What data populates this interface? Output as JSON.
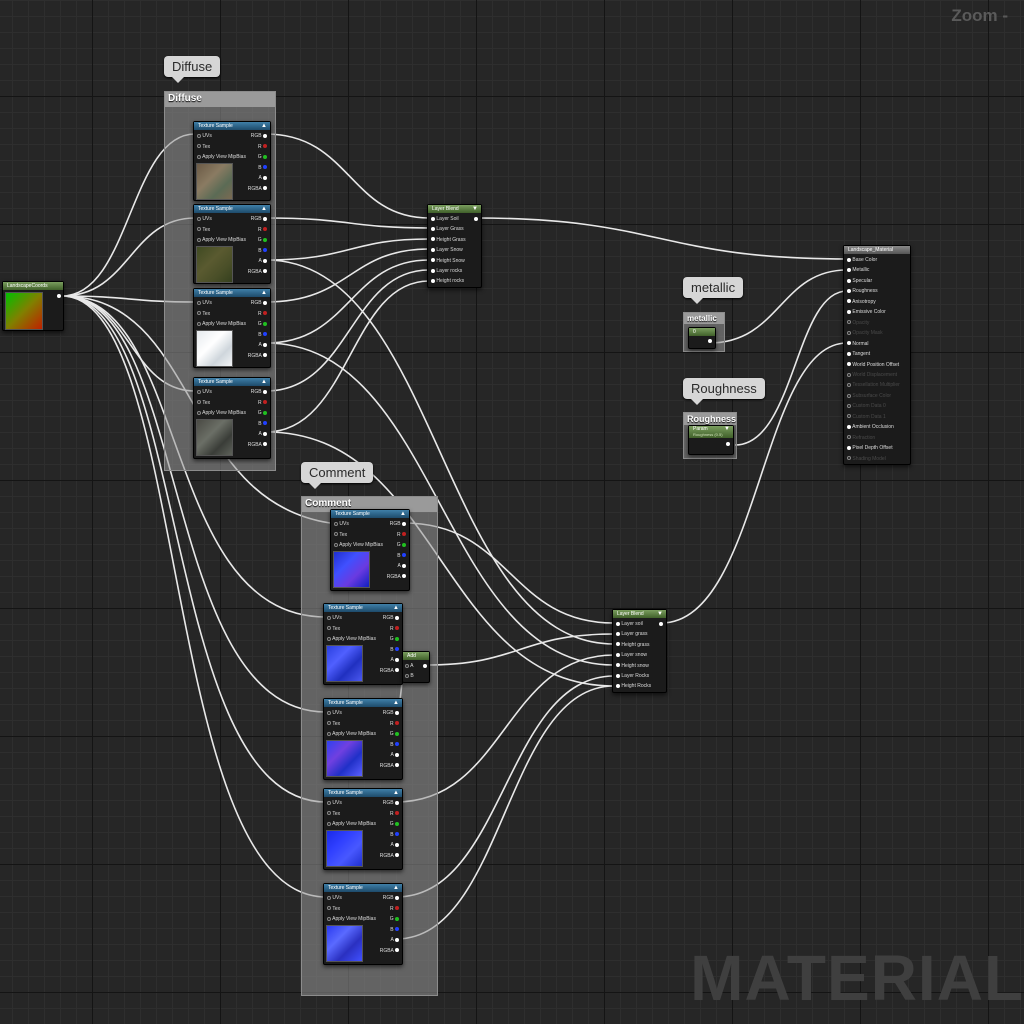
{
  "zoom_label": "Zoom -",
  "watermark": "MATERIAL",
  "comments": {
    "diffuse": {
      "bubble": "Diffuse",
      "title": "Diffuse"
    },
    "comment": {
      "bubble": "Comment",
      "title": "Comment"
    }
  },
  "bubbles": {
    "metallic": "metallic",
    "roughness": "Roughness"
  },
  "landscape_coords": {
    "title": "LandscapeCoords"
  },
  "texture_sample": {
    "title": "Texture Sample",
    "inputs": [
      "UVs",
      "Tex",
      "Apply View MipBias"
    ],
    "outputs": [
      "RGB",
      "R",
      "G",
      "B",
      "A",
      "RGBA"
    ]
  },
  "layer_blend_1": {
    "title": "Layer Blend",
    "inputs": [
      "Layer Soil",
      "Layer Grass",
      "Height Grass",
      "Layer Snow",
      "Height Snow",
      "Layer rocks",
      "Height rocks"
    ]
  },
  "layer_blend_2": {
    "title": "Layer Blend",
    "inputs": [
      "Layer soil",
      "Layer grass",
      "Height grass",
      "Layer snow",
      "Height snow",
      "Layer Rocks",
      "Height Rocks"
    ]
  },
  "add_node": {
    "title": "Add",
    "inputs": [
      "A",
      "B"
    ]
  },
  "metallic_param": {
    "title": "metallic",
    "value": "0"
  },
  "roughness_param": {
    "title": "Roughness",
    "label": "Param",
    "sub": "Roughness (0.5)"
  },
  "result_node": {
    "title": "Landscape_Material",
    "pins": [
      {
        "label": "Base Color",
        "enabled": true
      },
      {
        "label": "Metallic",
        "enabled": true
      },
      {
        "label": "Specular",
        "enabled": true
      },
      {
        "label": "Roughness",
        "enabled": true
      },
      {
        "label": "Anisotropy",
        "enabled": true
      },
      {
        "label": "Emissive Color",
        "enabled": true
      },
      {
        "label": "Opacity",
        "enabled": false
      },
      {
        "label": "Opacity Mask",
        "enabled": false
      },
      {
        "label": "Normal",
        "enabled": true
      },
      {
        "label": "Tangent",
        "enabled": true
      },
      {
        "label": "World Position Offset",
        "enabled": true
      },
      {
        "label": "World Displacement",
        "enabled": false
      },
      {
        "label": "Tessellation Multiplier",
        "enabled": false
      },
      {
        "label": "Subsurface Color",
        "enabled": false
      },
      {
        "label": "Custom Data 0",
        "enabled": false
      },
      {
        "label": "Custom Data 1",
        "enabled": false
      },
      {
        "label": "Ambient Occlusion",
        "enabled": true
      },
      {
        "label": "Refraction",
        "enabled": false
      },
      {
        "label": "Pixel Depth Offset",
        "enabled": true
      },
      {
        "label": "Shading Model",
        "enabled": false
      }
    ]
  },
  "colors": {
    "wire": "#e8e8e8",
    "texture_header": "#2c5f85",
    "function_header": "#5f7f47",
    "graph_bg": "#262626"
  }
}
